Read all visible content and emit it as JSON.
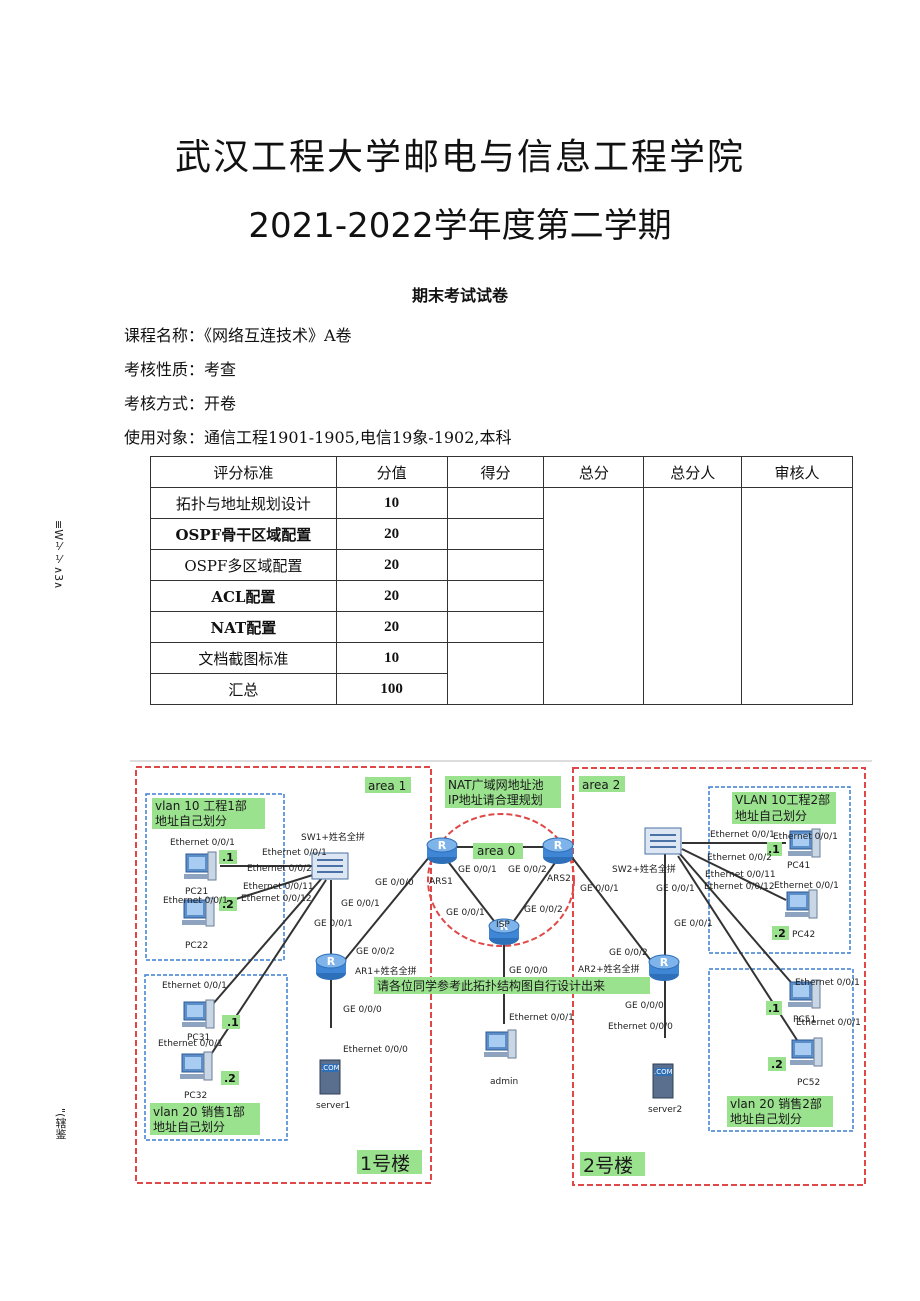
{
  "header": {
    "school": "武汉工程大学邮电与信息工程学院",
    "term": "2021-2022学年度第二学期",
    "exam": "期末考试试卷"
  },
  "info": {
    "course": "课程名称：《网络互连技术》A卷",
    "nature": "考核性质：考查",
    "method": "考核方式：开卷",
    "target": "使用对象：通信工程1901-1905,电信19象-1902,本科"
  },
  "score_table": {
    "headers": [
      "评分标准",
      "分值",
      "得分",
      "总分",
      "总分人",
      "审核人"
    ],
    "rows": [
      {
        "item": "拓扑与地址规划设计",
        "value": "10"
      },
      {
        "item": "OSPF骨干区域配置",
        "value": "20"
      },
      {
        "item": "OSPF多区域配置",
        "value": "20"
      },
      {
        "item": "ACL配置",
        "value": "20"
      },
      {
        "item": "NAT配置",
        "value": "20"
      },
      {
        "item": "文档截图标准",
        "value": "10"
      },
      {
        "item": "汇总",
        "value": "100"
      }
    ]
  },
  "margin_notes": [
    "≡W⅟⅟∧3∧",
    "\"(辖鉴"
  ],
  "topology": {
    "area1": "area 1",
    "area0": "area 0",
    "area2": "area 2",
    "nat_note_line1": "NAT广域网地址池",
    "nat_note_line2": "IP地址请合理规划",
    "instruction": "请各位同学参考此拓扑结构图自行设计出来",
    "building1": "1号楼",
    "building2": "2号楼",
    "vlan10_1_l1": "vlan 10 工程1部",
    "vlan10_1_l2": "地址自己划分",
    "vlan20_1_l1": "vlan 20 销售1部",
    "vlan20_1_l2": "地址自己划分",
    "vlan10_2_l1": "VLAN 10工程2部",
    "vlan10_2_l2": "地址自己划分",
    "vlan20_2_l1": "vlan 20 销售2部",
    "vlan20_2_l2": "地址自己划分",
    "sw1": "SW1+姓名全拼",
    "sw2": "SW2+姓名全拼",
    "ar1": "AR1+姓名全拼",
    "ar2": "AR2+姓名全拼",
    "ars1": "ARS1",
    "ars2": "ARS2",
    "isp": "ISP",
    "pc21": "PC21",
    "pc22": "PC22",
    "pc31": "PC31",
    "pc32": "PC32",
    "pc41": "PC41",
    "pc42": "PC42",
    "pc51": "PC51",
    "pc52": "PC52",
    "server1": "server1",
    "server2": "server2",
    "admin": "admin",
    "eth001": "Ethernet 0/0/1",
    "eth002": "Ethernet 0/0/2",
    "eth0011": "Ethernet 0/0/11",
    "eth0012": "Ethernet 0/0/12",
    "eth000": "Ethernet 0/0/0",
    "ge000": "GE 0/0/0",
    "ge001": "GE 0/0/1",
    "ge002": "GE 0/0/2",
    "dot1": ".1",
    "dot2": ".2",
    "com": ".COM"
  }
}
